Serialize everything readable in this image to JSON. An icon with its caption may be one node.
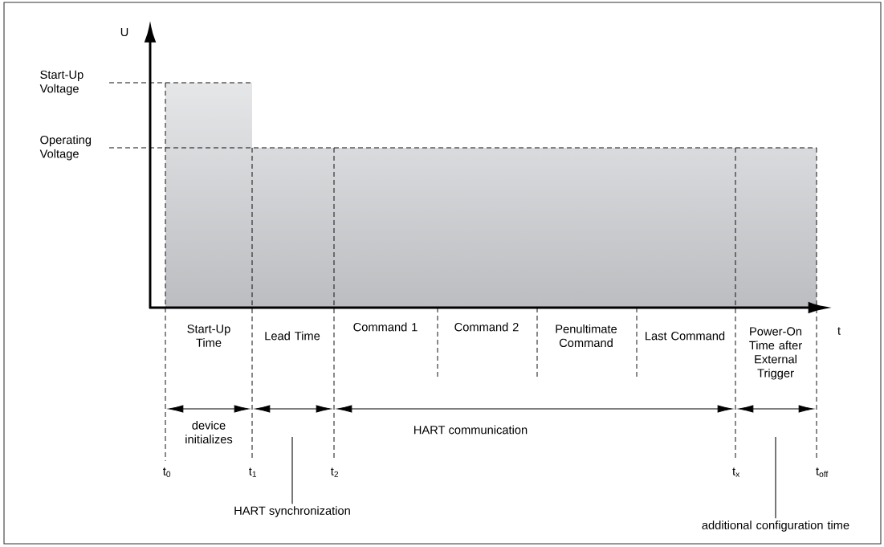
{
  "diagram": {
    "nodes": [
      {
        "text": [
          "HART synchronization"
        ]
      },
      {
        "text": [
          "additional configuration time"
        ]
      }
    ],
    "edges": [
      {
        "from": 0,
        "to": null,
        "arrow": "none"
      },
      {
        "from": 1,
        "to": null,
        "arrow": "none"
      }
    ],
    "labels": [
      "U",
      "Start-Up Voltage",
      "Operating Voltage",
      "t",
      "Start-Up Time",
      "Lead Time",
      "Command 1",
      "Command 2",
      "Penultimate Command",
      "Last Command",
      "Power-On Time after External Trigger",
      "device initializes",
      "HART communication",
      "t$_{0}$",
      "t$_{1}$",
      "t$_{2}$",
      "t$_{x}$",
      "t$_{off}$"
    ]
  }
}
